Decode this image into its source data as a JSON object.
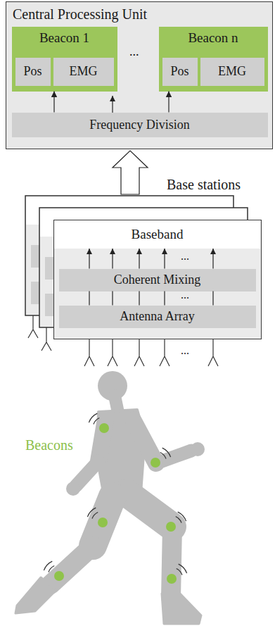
{
  "diagram": {
    "nodes": [
      {
        "text": [
          "Central Processing Unit"
        ]
      },
      {
        "text": [
          "Beacon 1"
        ],
        "in": 0
      },
      {
        "text": [
          "Pos"
        ],
        "in": 1
      },
      {
        "text": [
          "EMG"
        ],
        "in": 1
      },
      {
        "text": [
          "Beacon n"
        ],
        "in": 0
      },
      {
        "text": [
          "Pos"
        ],
        "in": 4
      },
      {
        "text": [
          "EMG"
        ],
        "in": 4
      },
      {
        "text": [
          "Frequency Division"
        ],
        "in": 0
      },
      {
        "text": [
          "Base stations"
        ]
      },
      {
        "text": [
          "Baseband"
        ],
        "in": 8
      },
      {
        "text": [
          "Coherent Mixing"
        ],
        "in": 8
      },
      {
        "text": [
          "Antenna Array"
        ],
        "in": 8
      }
    ],
    "edges": [
      {
        "from": 7,
        "to": 1,
        "arrow": "to"
      },
      {
        "from": 7,
        "to": 4,
        "arrow": "to"
      },
      {
        "from": 8,
        "to": 0,
        "arrow": "to"
      },
      {
        "from": 10,
        "to": 9,
        "arrow": "to"
      },
      {
        "from": 10,
        "to": 9,
        "arrow": "to"
      },
      {
        "from": 10,
        "to": 9,
        "arrow": "to"
      },
      {
        "from": 10,
        "to": 9,
        "arrow": "to"
      },
      {
        "from": 10,
        "to": 9,
        "arrow": "to"
      },
      {
        "from": 11,
        "to": 10,
        "arrow": "none"
      },
      {
        "from": 11,
        "to": 10,
        "arrow": "none"
      },
      {
        "from": 11,
        "to": 10,
        "arrow": "none"
      },
      {
        "from": 11,
        "to": 10,
        "arrow": "none"
      },
      {
        "from": 11,
        "to": 10,
        "arrow": "none"
      }
    ],
    "labels": [
      "...",
      "...",
      "...",
      "...",
      "Beacons"
    ]
  }
}
